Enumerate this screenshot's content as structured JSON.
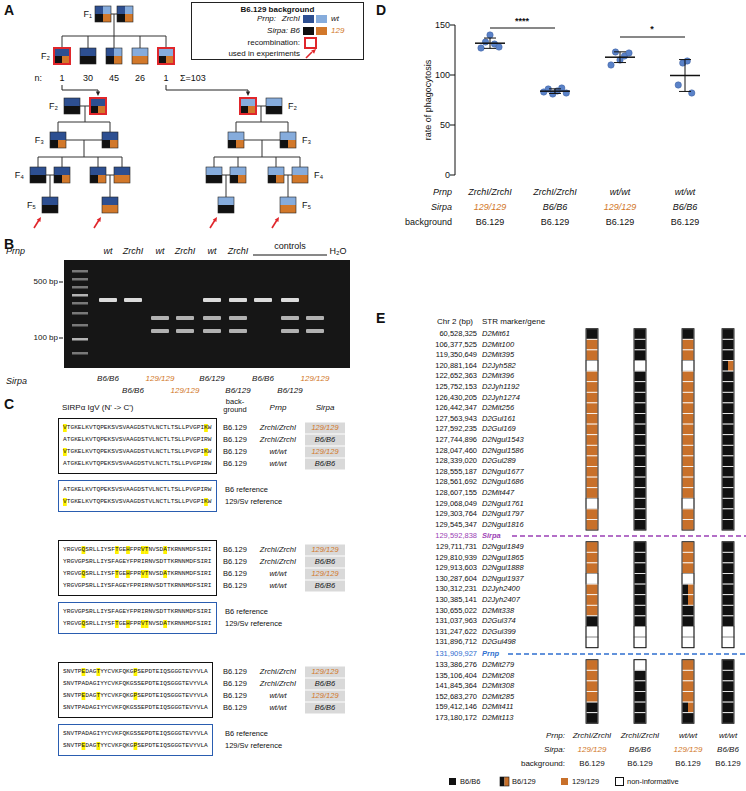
{
  "diagram": {
    "nodes": [
      {
        "text": [
          "B6.129 background"
        ]
      },
      {
        "text": [
          "VTGKELKVTQPEKSVSVAAGDSTVLNCTLTSLLPVGPIKW",
          "ATGKELKVTQPEKSVSVAAGDSTVLNCTLTSLLPVGPIRW",
          "VTGKELKVTQPEKSVSVAAGDSTVLNCTLTSLLPVGPIKW",
          "ATGKELKVTQPEKSVSVAAGDSTVLNCTLTSLLPVGPIRW"
        ]
      },
      {
        "text": [
          "ATGKELKVTQPEKSVSVAAGDSTVLNCTLTSLLPVGPIRW",
          "VTGKELKVTQPEKSVSVAAGDSTVLNCTLTSLLPVGPIKW"
        ]
      },
      {
        "text": [
          "YRGVGQSRLLIYSFTGEHFPRVTNVSDATKRNNMDFSIRI",
          "YRGVGPSRLLIYSFAGEYFPRIRNVSDTTKRNNMDFSIRI",
          "YRGVGQSRLLIYSFTGEHFPRVTNVSDATKRNNMDFSIRI",
          "YRGVGPSRLLIYSFAGEYFPRIRNVSDTTKRNNMDFSIRI"
        ]
      },
      {
        "text": [
          "YRGVGPSRLLIYSFAGEYFPRIRNVSDTTKRNNMDFSIRI",
          "YRGVGQSRLLIYSFTGEHFPRVTNVSDATKRNNMDFSIRI"
        ]
      },
      {
        "text": [
          "SNVTPEDAGTYYCVKFQKGPSEPDTEIQSGGGTEVYVLA",
          "SNVTPADAGIYYCVKFQKGSSEPDTEIQSGGGTEVYVLA",
          "SNVTPEDAGTYYCVKFQKGPSEPDTEIQSGGGTEVYVLA",
          "SNVTPADAGIYYCVKFQKGSSEPDTEIQSGGGTEVYVLA"
        ]
      },
      {
        "text": [
          "SNVTPADAGIYYCVKFQKGSSEPDTEIQSGGGTEVYVLA",
          "SNVTPEDAGTYYCVKFQKGPSEPDTEIQSGGGTEVYVLA"
        ]
      }
    ],
    "labels": [
      "A",
      "F₁",
      "F₂",
      "n:",
      "1",
      "30",
      "45",
      "26",
      "1",
      "Σ=103",
      "F₂",
      "F₃",
      "F₄",
      "F₅",
      "F₂",
      "F₃",
      "F₄",
      "F₅",
      "Prnp:",
      "Sirpa:",
      "B",
      "Prnp",
      "wt",
      "ZrchI",
      "wt",
      "ZrchI",
      "wt",
      "ZrchI",
      "controls",
      "H₂O",
      "500 bp",
      "100 bp",
      "Sirpa",
      "B6/B6",
      "B6/B6",
      "129/129",
      "129/129",
      "B6/129",
      "B6/129",
      "B6/B6",
      "B6/129",
      "129/129",
      "C",
      "SIRPα IgV (N' -> C')",
      "back-ground",
      "Prnp",
      "Sirpa",
      "B6.129",
      "ZrchI/ZrchI",
      "129/129",
      "B6.129",
      "ZrchI/ZrchI",
      "B6/B6",
      "B6.129",
      "wt/wt",
      "129/129",
      "B6.129",
      "wt/wt",
      "B6/B6",
      "B6 reference",
      "129/Sv reference",
      "B6.129",
      "ZrchI/ZrchI",
      "129/129",
      "B6.129",
      "ZrchI/ZrchI",
      "B6/B6",
      "B6.129",
      "wt/wt",
      "129/129",
      "B6.129",
      "wt/wt",
      "B6/B6",
      "B6 reference",
      "129/Sv reference",
      "B6.129",
      "ZrchI/ZrchI",
      "129/129",
      "B6.129",
      "ZrchI/ZrchI",
      "B6/B6",
      "B6.129",
      "wt/wt",
      "129/129",
      "B6.129",
      "wt/wt",
      "B6/B6",
      "B6 reference",
      "129/Sv reference",
      "D",
      "150",
      "100",
      "50",
      "0",
      "rate of phagocytosis",
      "****",
      "*",
      "Prnp",
      "ZrchI/ZrchI",
      "ZrchI/ZrchI",
      "wt/wt",
      "wt/wt",
      "Sirpa",
      "129/129",
      "B6/B6",
      "129/129",
      "B6/B6",
      "background",
      "B6.129",
      "B6.129",
      "B6.129",
      "B6.129",
      "E",
      "Chr 2 (bp)",
      "STR marker/gene",
      "60,528,325",
      "D2Mit61",
      "106,377,525",
      "D2Mit100",
      "119,350,649",
      "D2Mit395",
      "120,881,164",
      "D2Jyh582",
      "122,652,363",
      "D2Mit396",
      "125,752,153",
      "D2Jyh1192",
      "126,430,205",
      "D2Jyh1274",
      "126,442,347",
      "D2Mit256",
      "127,563,943",
      "D2Gul161",
      "127,592,235",
      "D2Gul169",
      "127,744,896",
      "D2Ngul1543",
      "128,047,460",
      "D2Ngul1586",
      "128,339,020",
      "D2Gul289",
      "128,555,187",
      "D2Ngul1677",
      "128,561,692",
      "D2Ngul1686",
      "128,607,155",
      "D2Mit447",
      "129,068,049",
      "D2Ngul1761",
      "129,303,764",
      "D2Ngul1797",
      "129,545,347",
      "D2Ngul1816",
      "129,592,838",
      "Sirpa",
      "129,711,731",
      "D2Ngul1849",
      "129,810,939",
      "D2Ngul1865",
      "129,913,603",
      "D2Ngul1888",
      "130,287,604",
      "D2Ngul1937",
      "130,312,231",
      "D2Jyh2400",
      "130,385,141",
      "D2Jyh2407",
      "130,655,022",
      "D2Mit338",
      "131,037,963",
      "D2Gul374",
      "131,247,622",
      "D2Gul399",
      "131,896,712",
      "D2Gul498",
      "131,909,927",
      "Prnp",
      "133,386,276",
      "D2Mit279",
      "135,106,404",
      "D2Mit208",
      "141,845,364",
      "D2Mit308",
      "152,683,270",
      "D2Mit285",
      "159,412,146",
      "D2Mit411",
      "173,180,172",
      "D2Mit113",
      "Prnp:",
      "ZrchI/ZrchI",
      "ZrchI/ZrchI",
      "wt/wt",
      "wt/wt",
      "Sirpa:",
      "129/129",
      "B6/B6",
      "129/129",
      "B6/B6",
      "background:",
      "B6.129",
      "B6.129",
      "B6.129",
      "B6.129"
    ],
    "legend": [
      {
        "text": "ZrchI",
        "color": "#2d4f91"
      },
      {
        "text": "wt",
        "color": "#86acdc"
      },
      {
        "text": "B6",
        "color": "#111111"
      },
      {
        "text": "129",
        "color": "#d2782a"
      },
      {
        "text": "recombination:"
      },
      {
        "text": "used in experiments"
      },
      {
        "text": "B6/B6",
        "color": "#111111"
      },
      {
        "text": "B6/129"
      },
      {
        "text": "129/129",
        "color": "#c8702a"
      },
      {
        "text": "non-informative",
        "color": "#ffffff"
      }
    ]
  }
}
